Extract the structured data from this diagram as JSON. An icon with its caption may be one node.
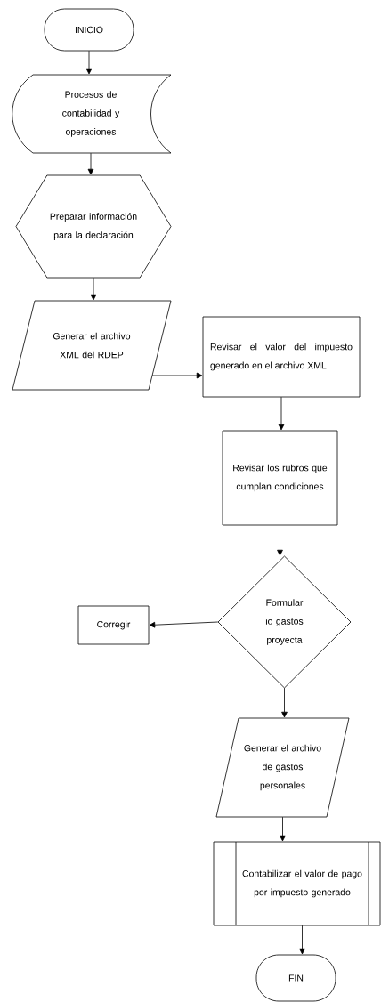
{
  "diagram": {
    "nodes": [
      {
        "text": [
          "INICIO"
        ]
      },
      {
        "text": [
          "Procesos de contabilidad y operaciones"
        ]
      },
      {
        "text": [
          "Preparar información para la declaración"
        ]
      },
      {
        "text": [
          "Generar el archivo XML del RDEP"
        ]
      },
      {
        "text": [
          "Revisar el valor del impuesto generado en el archivo XML"
        ]
      },
      {
        "text": [
          "Revisar los rubros que cumplan condiciones"
        ]
      },
      {
        "text": [
          "Formular io gastos proyecta"
        ]
      },
      {
        "text": [
          "Corregir"
        ]
      },
      {
        "text": [
          "Generar el archivo de gastos personales"
        ]
      },
      {
        "text": [
          "Contabilizar el valor de pago por impuesto generado"
        ]
      },
      {
        "text": [
          "FIN"
        ]
      }
    ],
    "edges": [
      {
        "from": 0,
        "to": 1,
        "arrow": "to"
      },
      {
        "from": 1,
        "to": 2,
        "arrow": "to"
      },
      {
        "from": 2,
        "to": 3,
        "arrow": "to"
      },
      {
        "from": 3,
        "to": 4,
        "arrow": "to"
      },
      {
        "from": 4,
        "to": 5,
        "arrow": "to"
      },
      {
        "from": 5,
        "to": 6,
        "arrow": "to"
      },
      {
        "from": 6,
        "to": 7,
        "arrow": "to"
      },
      {
        "from": 6,
        "to": 8,
        "arrow": "to"
      },
      {
        "from": 8,
        "to": 9,
        "arrow": "to"
      },
      {
        "from": 9,
        "to": 10,
        "arrow": "to"
      }
    ]
  }
}
